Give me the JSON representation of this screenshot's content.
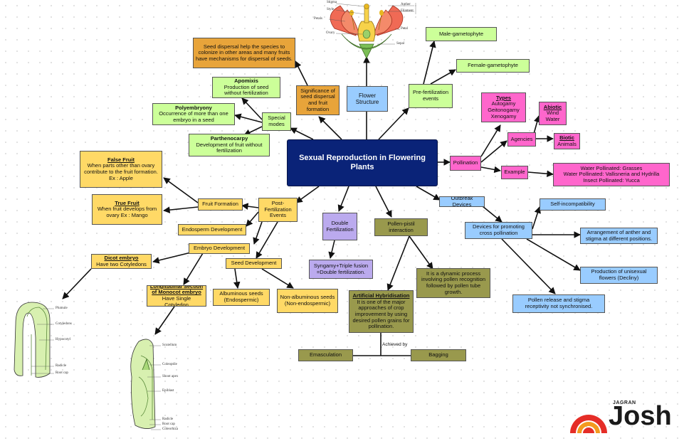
{
  "central": "Sexual Reproduction in Flowering Plants",
  "flower": {
    "node": "Flower Structure",
    "labels": [
      "Stigma",
      "Style",
      "Petals",
      "Ovary",
      "Anther",
      "Filament",
      "Petal",
      "Sepal"
    ]
  },
  "significance": "Significance of seed dispersal and fruit formation",
  "seed_dispersal": "Seed dispersal help the species to colonize in other areas and many fruits have mechanisms for dispersal of seeds.",
  "special_modes": {
    "node": "Special modes",
    "apomixis": {
      "title": "Apomixis",
      "desc": "Production of seed without fertilization"
    },
    "polyembryony": {
      "title": "Polyembryony",
      "desc": "Occurrence of more than one embryo in a seed"
    },
    "parthenocarpy": {
      "title": "Parthenocarpy",
      "desc": "Development of fruit without fertilization"
    }
  },
  "prefert": {
    "node": "Pre-fertilization events",
    "male": "Male-gametophyte",
    "female": "Female-gametophyte"
  },
  "pollination": {
    "node": "Pollination",
    "types_title": "Types",
    "types": [
      "Autogamy",
      "Geitonogamy",
      "Xenogamy"
    ],
    "agencies": "Agencies",
    "abiotic_title": "Abiotic",
    "abiotic": [
      "Wind",
      "Water"
    ],
    "biotic_title": "Biotic",
    "biotic": "Animals",
    "example": "Example",
    "examples": [
      "Water Pollinated: Grasses",
      "Water Pollinated: Vallisneria and Hydrilla",
      "Insect Pollinated: Yucca"
    ]
  },
  "outbreed": {
    "node": "Outbreak Devices",
    "devices": "Devices for promoting cross pollination",
    "self_incompat": "Self-incompatibility",
    "arrangement": "Arrangement of anther and stigma at different positions.",
    "unisexual": "Production of unisexual flowers (Decliny)",
    "pollen_release": "Pollen release and stigma receptivity not synchronised."
  },
  "pollen_pistil": {
    "node": "Pollen-pistil interaction",
    "dynamic": "It is a dynamic process involving pollen recognition followed by pollen tube growth.",
    "hybrid_title": "Artificial Hybridisation",
    "hybrid_desc": "It is one of the major approaches of crop improvement by using desired pollen grains for pollination.",
    "achieved_by": "Achieved by",
    "emasculation": "Emasculation",
    "bagging": "Bagging"
  },
  "double_fert": {
    "node": "Double Fertilization",
    "desc": "Syngamy+Triple fusion =Double fertilization."
  },
  "post_fert": {
    "node": "Post-Fertilization Events",
    "fruit": "Fruit Formation",
    "false_title": "False Fruit",
    "false_desc": "When parts other than ovary contribute to the fruit formation. Ex : Apple",
    "true_title": "True Fruit",
    "true_desc": "When fruit develops from ovary Ex : Mango",
    "endosperm": "Endosperm Development",
    "embryo": "Embryo Development",
    "dicot_title": "Dicot embryo",
    "dicot_desc": "Have two Cotyledons",
    "monocot_title": "Longitudinal Section of Monocot embryo",
    "monocot_desc": "Have Single Cotyledon",
    "seed": "Seed Development",
    "albuminous": "Albuminous seeds (Endospermic)",
    "non_albuminous": "Non-albuminous seeds (Non-endospermic)"
  },
  "dicot_labels": [
    "Plumule",
    "Cotyledons",
    "Hypocotyl",
    "Radicle",
    "Root cap"
  ],
  "monocot_labels": [
    "Scutellum",
    "Coleoptile",
    "Shoot apex",
    "Epiblast",
    "Radicle",
    "Root cap",
    "Coleorhiza"
  ],
  "logo": {
    "top": "JAGRAN",
    "main": "Josh"
  },
  "colors": {
    "main": "#0a2378",
    "yellow": "#ffd966",
    "green": "#ccff99",
    "pink": "#ff66cc",
    "blue": "#99ccff",
    "orange": "#e8a43a",
    "olive": "#99994d",
    "lavender": "#bbaaee"
  }
}
